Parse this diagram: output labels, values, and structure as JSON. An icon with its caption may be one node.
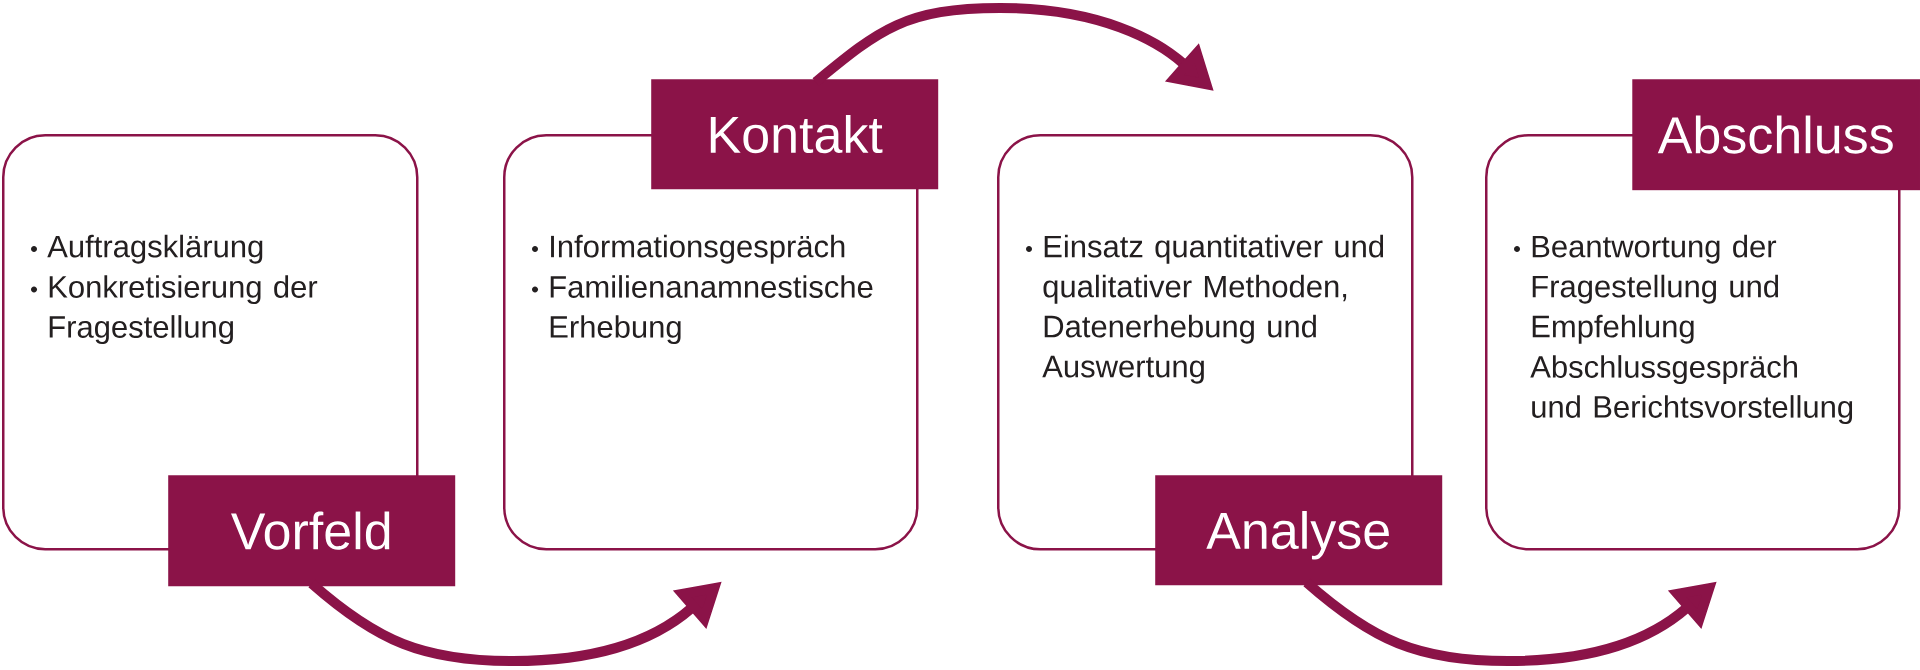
{
  "diagram": {
    "nodes": [
      {
        "text": [
          "Auftragsklärung",
          "Konkretisierung der Fragestellung"
        ]
      },
      {
        "text": [
          "Vorfeld"
        ]
      },
      {
        "text": [
          "Informationsgespräch",
          "Familienanamnestische Erhebung"
        ]
      },
      {
        "text": [
          "Kontakt"
        ]
      },
      {
        "text": [
          "Einsatz quantitativer und qualitativer Methoden, Datenerhebung und Auswertung"
        ]
      },
      {
        "text": [
          "Analyse"
        ]
      },
      {
        "text": [
          "Beantwortung der Fragestellung und Empfehlung",
          "Abschlussgespräch und Berichtsvorstellung"
        ]
      },
      {
        "text": [
          "Abschluss"
        ]
      }
    ],
    "edges": [
      {
        "from": 1,
        "to": 2,
        "arrow": "to"
      },
      {
        "from": 3,
        "to": 4,
        "arrow": "to"
      },
      {
        "from": 5,
        "to": 6,
        "arrow": "to"
      }
    ]
  }
}
